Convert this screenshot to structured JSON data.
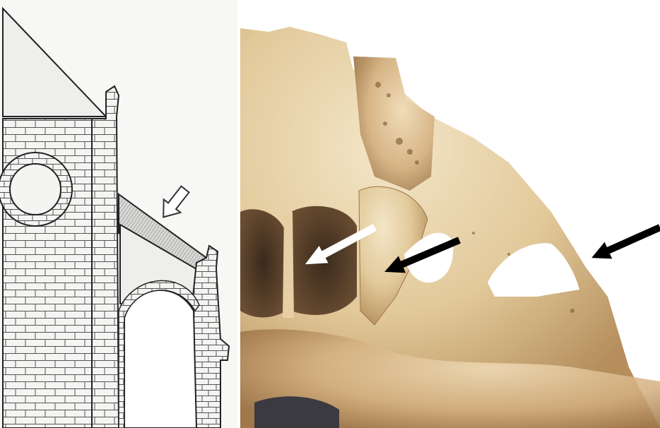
{
  "figure": {
    "left_panel": {
      "subject": "church-facade-drawing",
      "arrow_style": "outline"
    },
    "right_panel": {
      "subject": "skull-orbital-bones-photo",
      "arrows": [
        {
          "color": "#ffffff",
          "icon": "white-arrow-icon"
        },
        {
          "color": "#000000",
          "icon": "black-arrow-icon"
        },
        {
          "color": "#000000",
          "icon": "black-arrow-icon"
        }
      ]
    }
  }
}
